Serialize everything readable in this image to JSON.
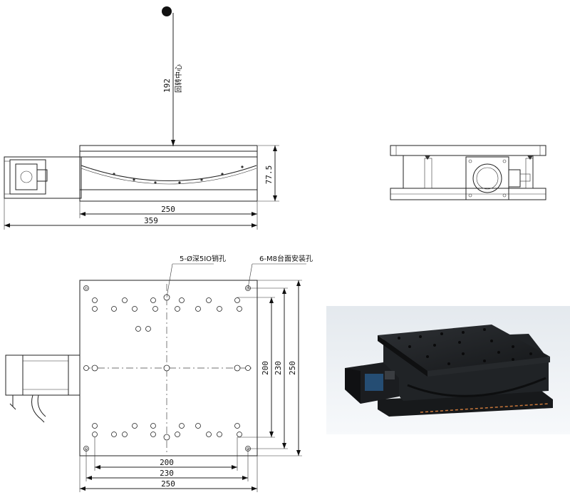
{
  "labels": {
    "rotation_height": "192",
    "rotation_center": "回转中心",
    "height": "77.5",
    "width_250_top": "250",
    "overall_359": "359",
    "pin_holes": "5-Ø深5IO销孔",
    "mount_holes": "6-M8台面安装孔",
    "v200": "200",
    "v230": "230",
    "v250": "250",
    "h200": "200",
    "h230": "230",
    "h250": "250"
  },
  "colors": {
    "line": "#222222",
    "render_bg": "#eef2f5",
    "stage_body": "#1d1f22",
    "motor_accent": "#2a5d8f"
  }
}
